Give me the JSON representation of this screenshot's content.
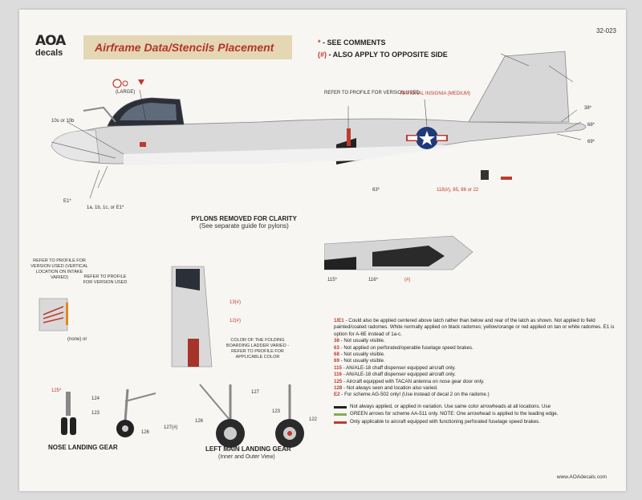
{
  "doc_code": "32-023",
  "logo": {
    "top": "AOA",
    "bottom": "decals"
  },
  "title": "Airframe Data/Stencils Placement",
  "legend": {
    "star": "*",
    "star_text": " - SEE COMMENTS",
    "hash": "(#)",
    "hash_text": " - ALSO APPLY TO OPPOSITE SIDE"
  },
  "callouts": {
    "refer_profile_top": "REFER TO PROFILE FOR VERSION USED",
    "national_insignia": "NATIONAL INSIGNIA (MEDIUM)",
    "large": "(LARGE)",
    "label_10s": "10s or 10b",
    "label_1a": "1a, 1b, 1c, or E1*",
    "label_E1": "E1*",
    "label_63": "63*",
    "label_38": "38*",
    "label_68": "68*",
    "label_69": "69*",
    "label_118": "118(#), 85, 86 or 22",
    "label_115": "115*",
    "label_116": "116*",
    "label_hash": "(#)",
    "refer_intake": "REFER TO PROFILE FOR VERSION USED (VERTICAL LOCATION ON INTAKE VARIED)",
    "refer_small": "REFER TO PROFILE FOR VERSION USED",
    "none_or": "(none) or",
    "ladder_note": "COLOR OF THE FOLDING BOARDING LADDER VARIED - REFER TO PROFILE FOR APPLICABLE COLOR",
    "ladder_13": "13(#)",
    "ladder_12": "12(#)"
  },
  "pylons": {
    "heading": "PYLONS REMOVED FOR CLARITY",
    "sub": "(See separate guide for pylons)"
  },
  "notes": [
    {
      "num": "1/E1",
      "text": " - Could also be applied centered above latch rather than below and rear of the latch as shown. Not applied to field painted/coated radomes.  White normally applied on black radomes; yellow/orange or red applied on tan or white radomes.  E1 is option for A-6E instead of 1a-c."
    },
    {
      "num": "38",
      "text": " - Not usually visible."
    },
    {
      "num": "63",
      "text": " - Not applied on perforated/operable fuselage speed brakes."
    },
    {
      "num": "68",
      "text": " - Not usually visible."
    },
    {
      "num": "69",
      "text": " - Not usually visible."
    },
    {
      "num": "115",
      "text": " - AN/ALE-18 chaff dispenser equipped aircraft only."
    },
    {
      "num": "116",
      "text": " - AN/ALE-18 chaff dispenser equipped aircraft only."
    },
    {
      "num": "125",
      "text": " - Aircraft equipped with TACAN antenna on nose gear door only."
    },
    {
      "num": "128",
      "text": " - Not always seen and location also varied."
    },
    {
      "num": "E2",
      "text": " - For scheme AG-502 only! (Use instead of decal 2 on the radome.)"
    }
  ],
  "key": [
    {
      "color": "#222222",
      "text": "Not always applied, or applied in variation.  Use same color arrowheads at all locations.  Use"
    },
    {
      "color": "#7fae4e",
      "text": "GREEN arrows for scheme AA-511 only.  NOTE: One arrowhead is applied to the leading edge."
    },
    {
      "color": "#c0392b",
      "text": "Only applicable to aircraft equipped with functioning perforated fuselage speed brakes."
    }
  ],
  "gear": {
    "nose": "NOSE LANDING GEAR",
    "main": "LEFT MAIN LANDING GEAR",
    "main_sub": "(Inner and Outer View)",
    "n124": "124",
    "n123": "123",
    "n125": "125*",
    "n126": "126",
    "n127": "127(#)",
    "m127": "127",
    "m126": "126",
    "m123": "123",
    "m122": "122"
  },
  "url": "www.AOAdecals.com"
}
